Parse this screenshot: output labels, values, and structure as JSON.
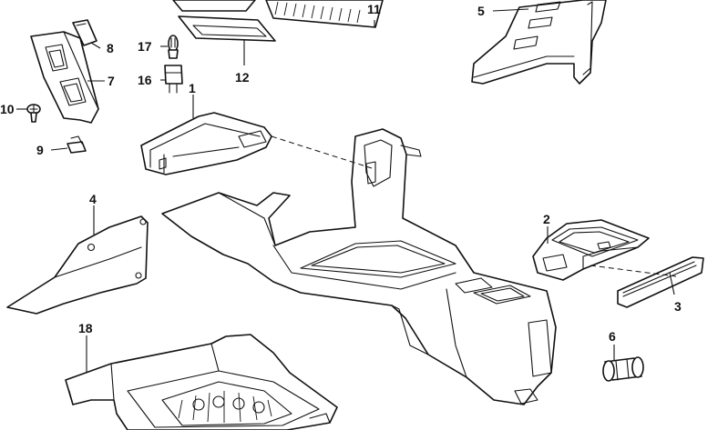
{
  "callouts": [
    {
      "id": "1",
      "label": "1"
    },
    {
      "id": "2",
      "label": "2"
    },
    {
      "id": "3",
      "label": "3"
    },
    {
      "id": "4",
      "label": "4"
    },
    {
      "id": "5",
      "label": "5"
    },
    {
      "id": "6",
      "label": "6"
    },
    {
      "id": "7",
      "label": "7"
    },
    {
      "id": "8",
      "label": "8"
    },
    {
      "id": "9",
      "label": "9"
    },
    {
      "id": "10",
      "label": "10"
    },
    {
      "id": "11",
      "label": "11"
    },
    {
      "id": "12",
      "label": "12"
    },
    {
      "id": "16",
      "label": "16"
    },
    {
      "id": "17",
      "label": "17"
    },
    {
      "id": "18",
      "label": "18"
    }
  ],
  "colors": {
    "line": "#111111",
    "background": "#ffffff"
  }
}
